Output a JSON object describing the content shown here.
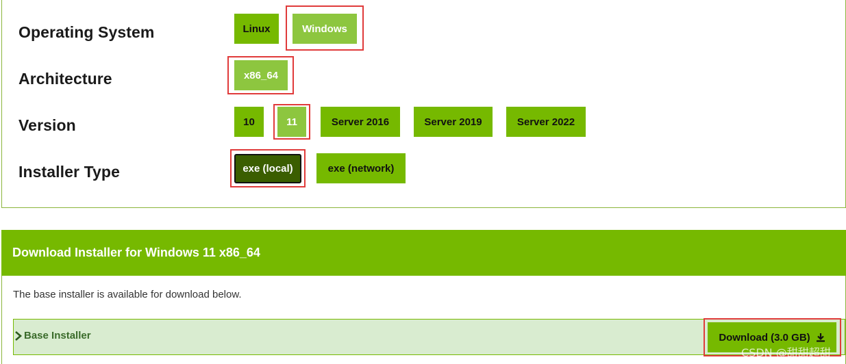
{
  "selector": {
    "os": {
      "label": "Operating System",
      "options": [
        "Linux",
        "Windows"
      ],
      "selected": "Windows"
    },
    "arch": {
      "label": "Architecture",
      "options": [
        "x86_64"
      ],
      "selected": "x86_64"
    },
    "version": {
      "label": "Version",
      "options": [
        "10",
        "11",
        "Server 2016",
        "Server 2019",
        "Server 2022"
      ],
      "selected": "11"
    },
    "installer": {
      "label": "Installer Type",
      "options": [
        "exe (local)",
        "exe (network)"
      ],
      "selected": "exe (local)"
    }
  },
  "download": {
    "header": "Download Installer for Windows 11 x86_64",
    "description": "The base installer is available for download below.",
    "base_label": "Base Installer",
    "button_label": "Download (3.0 GB)"
  },
  "watermark": "CSDN @甜甜超甜",
  "colors": {
    "accent": "#76b900",
    "selected": "#8dc63f",
    "active_dark": "#3b5e00",
    "highlight": "#e03a3a",
    "base_row_bg": "#d9ecd0"
  }
}
